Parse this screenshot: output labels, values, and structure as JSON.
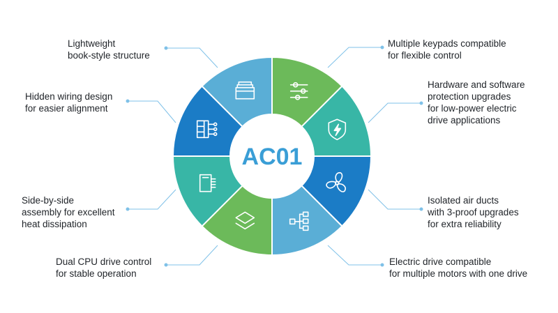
{
  "center": {
    "title": "AC01"
  },
  "colors": {
    "light_blue": "#5aaed6",
    "green": "#6cba5a",
    "teal": "#38b6a6",
    "blue": "#1b7cc6",
    "center_text": "#3a9ed6",
    "connector": "#7fc1e8"
  },
  "features": [
    {
      "lines": [
        "Multiple keypads compatible",
        "for flexible control"
      ],
      "icon": "sliders-icon"
    },
    {
      "lines": [
        "Hardware and software",
        "protection upgrades",
        "for low-power electric",
        "drive applications"
      ],
      "icon": "shield-bolt-icon"
    },
    {
      "lines": [
        "Isolated air ducts",
        "with 3-proof upgrades",
        "for extra reliability"
      ],
      "icon": "fan-icon"
    },
    {
      "lines": [
        "Electric drive compatible",
        "for multiple motors with one drive"
      ],
      "icon": "network-tree-icon"
    },
    {
      "lines": [
        "Dual CPU drive control",
        "for stable operation"
      ],
      "icon": "layers-icon"
    },
    {
      "lines": [
        "Side-by-side",
        "assembly for excellent",
        "heat dissipation"
      ],
      "icon": "heatsink-module-icon"
    },
    {
      "lines": [
        "Hidden wiring design",
        "for easier alignment"
      ],
      "icon": "wiring-module-icon"
    },
    {
      "lines": [
        "Lightweight",
        "book-style structure"
      ],
      "icon": "book-stack-icon"
    }
  ]
}
